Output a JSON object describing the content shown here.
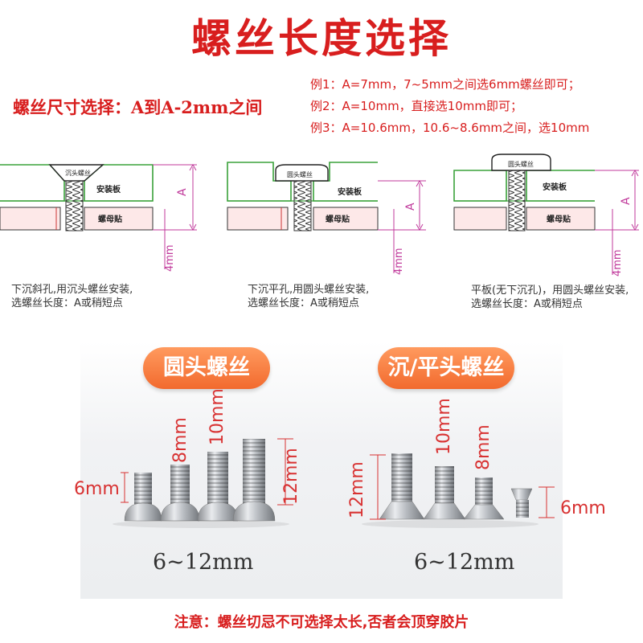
{
  "title": "螺丝长度选择",
  "rule": "螺丝尺寸选择：A到A-2mm之间",
  "examples": [
    "例1：A=7mm，7~5mm之间选6mm螺丝即可；",
    "例2：A=10mm，直接选10mm即可；",
    "例3：A=10.6mm，10.6~8.6mm之间，选10mm"
  ],
  "diagrams": {
    "dim_a": "A",
    "dim_4mm": "4mm",
    "plate_label": "安装板",
    "nut_label": "螺母贴",
    "d1_screw_label": "沉头螺丝",
    "d2_screw_label": "圆头螺丝",
    "d3_screw_label": "圆头螺丝",
    "d1_caption": [
      "下沉斜孔,用沉头螺丝安装,",
      "选螺丝长度：A或稍短点"
    ],
    "d2_caption": [
      "下沉平孔,用圆头螺丝安装,",
      "选螺丝长度：A或稍短点"
    ],
    "d3_caption": [
      "平板(无下沉孔)，用圆头螺丝安装,",
      "选螺丝长度：A或稍短点"
    ],
    "colors": {
      "plate_outline": "#3aa23a",
      "dimension": "#c0399b",
      "nut_fill": "#fde8e8"
    }
  },
  "round_head": {
    "title": "圆头螺丝",
    "range": "6~12mm",
    "labels": [
      "6mm",
      "8mm",
      "10mm",
      "12mm"
    ]
  },
  "countersunk": {
    "title": "沉/平头螺丝",
    "range": "6~12mm",
    "labels": [
      "12mm",
      "10mm",
      "8mm",
      "6mm"
    ]
  },
  "note": "注意：螺丝切忌不可选择太长,否者会顶穿胶片"
}
